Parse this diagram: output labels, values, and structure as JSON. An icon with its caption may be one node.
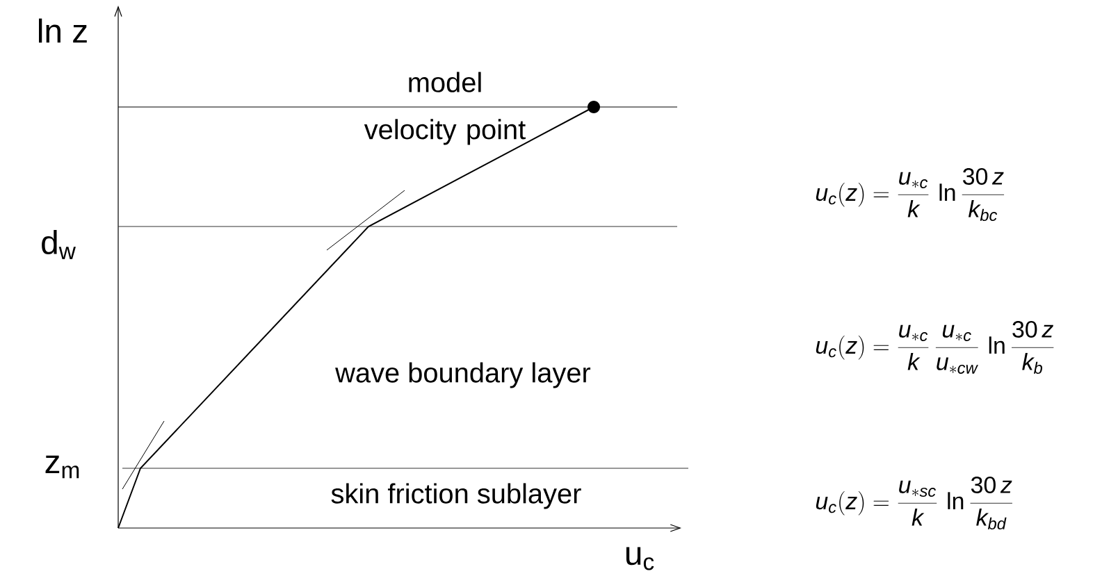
{
  "diagram": {
    "labels": [
      "ln z",
      "d$_{w}$",
      "z$_{m}$",
      "u$_{c}$",
      "model velocity point",
      "wave boundary layer",
      "skin friction sublayer",
      "u_c(z)=\\frac{u_{*c}}{k}\\,\\ln\\frac{30\\,z}{k_{bc}}",
      "u_c(z)=\\frac{u_{*c}}{k}\\,\\frac{u_{*c}}{u_{*cw}}\\,\\ln\\frac{30\\,z}{k_{b}}",
      "u_c(z)=\\frac{u_{*sc}}{k}\\,\\ln\\frac{30\\,z}{k_{bd}}"
    ]
  }
}
